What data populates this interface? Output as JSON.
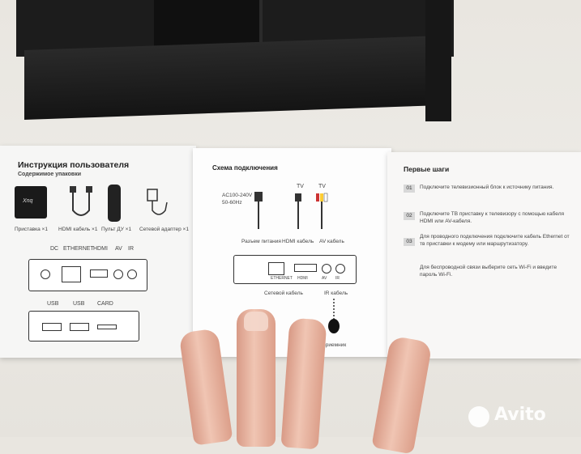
{
  "panel1": {
    "title": "Инструкция пользователя",
    "subtitle": "Содержимое упаковки",
    "items": [
      "Приставка ×1",
      "HDMI кабель ×1",
      "Пульт ДУ ×1",
      "Сетевой адаптер ×1"
    ],
    "device_logo": "Xnq",
    "ports_top": [
      "DC",
      "ETHERNET",
      "HDMI",
      "AV",
      "IR"
    ],
    "ports_side": [
      "USB",
      "USB",
      "CARD"
    ]
  },
  "panel2": {
    "title": "Схема подключения",
    "power_spec": "AC100-240V\n50-60Hz",
    "tv": "TV",
    "labels": [
      "Разъем питания",
      "HDMI кабель",
      "AV кабель"
    ],
    "lan": "Сетевой кабель",
    "ir": "IR кабель",
    "ir_receiver": "ИК приемник",
    "port_labels": [
      "ETHERNET",
      "HDMI",
      "AV",
      "IR"
    ]
  },
  "panel3": {
    "title": "Первые шаги",
    "steps": [
      {
        "num": "01",
        "text": "Подключите телевизионный блок к источнику питания."
      },
      {
        "num": "02",
        "text": "Подключите ТВ приставку к телевизору с помощью кабеля HDMI или AV-кабеля."
      },
      {
        "num": "03",
        "text": "Для проводного подключения подключите кабель Ethernet от тв приставки к модему или маршрутизатору."
      }
    ],
    "wifi_note": "Для беспроводной связи выберите сеть Wi-Fi и введите пароль Wi-Fi."
  },
  "watermark": "Avito"
}
